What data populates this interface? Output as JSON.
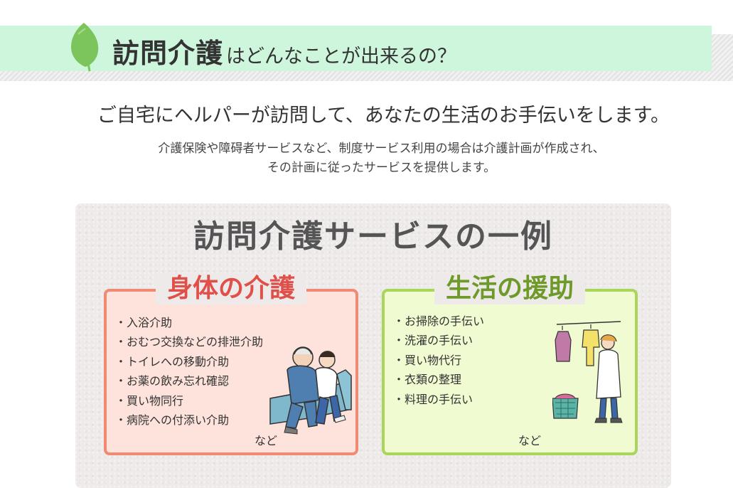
{
  "header": {
    "title_main": "訪問介護",
    "title_rest": "はどんなことが出来るの？"
  },
  "intro": {
    "lead": "ご自宅にヘルパーが訪問して、あなたの生活のお手伝いをします。",
    "sub_line1": "介護保険や障碍者サービスなど、制度サービス利用の場合は介護計画が作成され、",
    "sub_line2": "その計画に従ったサービスを提供します。"
  },
  "panel": {
    "title": "訪問介護サービスの一例"
  },
  "body_care": {
    "title": "身体の介護",
    "items": [
      "・入浴介助",
      "・おむつ交換などの排泄介助",
      "・トイレへの移動介助",
      "・お薬の飲み忘れ確認",
      "・買い物同行",
      "・病院への付添い介助"
    ],
    "etc": "など",
    "border_color": "#f08a73",
    "bg_color": "#fde3db"
  },
  "life_support": {
    "title": "生活の援助",
    "items": [
      "・お掃除の手伝い",
      "・洗濯の手伝い",
      "・買い物代行",
      "・衣類の整理",
      "・料理の手伝い"
    ],
    "etc": "など",
    "border_color": "#a9d65a",
    "bg_color": "#f0fbd1"
  },
  "icons": {
    "leaf": "leaf-icon",
    "care_illustration": "caregiver-helping-elderly-illustration",
    "laundry_illustration": "helper-hanging-laundry-illustration"
  },
  "colors": {
    "header_band": "#cdf6dc",
    "leaf": "#7cc45c"
  }
}
